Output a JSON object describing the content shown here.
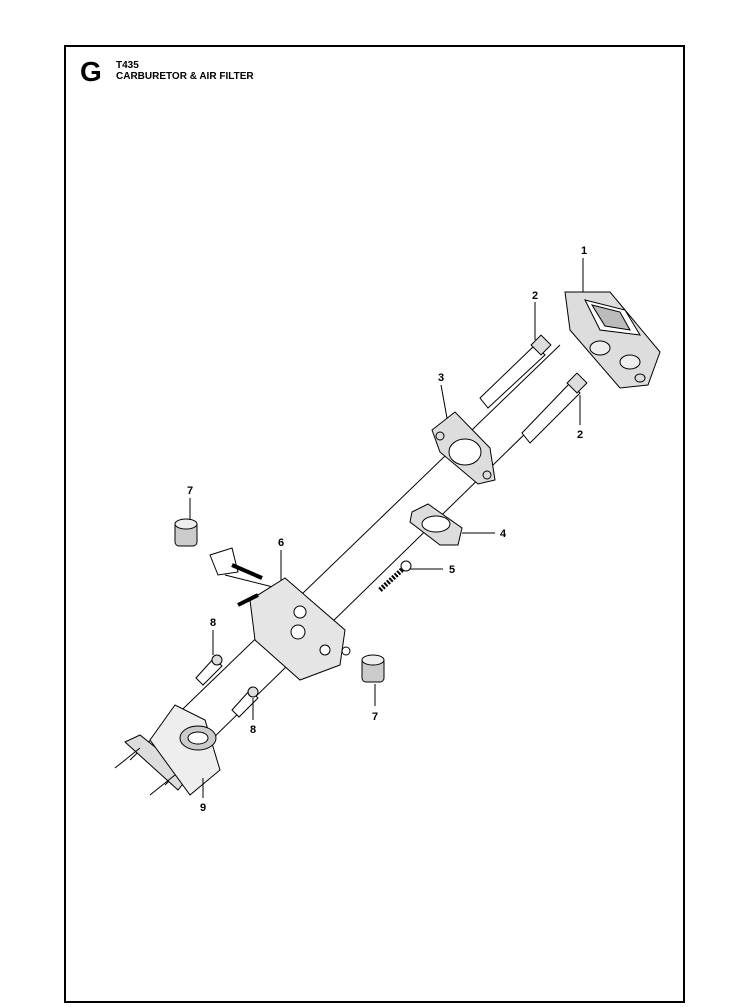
{
  "header": {
    "section_letter": "G",
    "model": "T435",
    "title": "CARBURETOR & AIR FILTER"
  },
  "callouts": [
    {
      "id": "c1",
      "label": "1"
    },
    {
      "id": "c2a",
      "label": "2"
    },
    {
      "id": "c2b",
      "label": "2"
    },
    {
      "id": "c3",
      "label": "3"
    },
    {
      "id": "c4",
      "label": "4"
    },
    {
      "id": "c5",
      "label": "5"
    },
    {
      "id": "c6",
      "label": "6"
    },
    {
      "id": "c7a",
      "label": "7"
    },
    {
      "id": "c7b",
      "label": "7"
    },
    {
      "id": "c8a",
      "label": "8"
    },
    {
      "id": "c8b",
      "label": "8"
    },
    {
      "id": "c9",
      "label": "9"
    }
  ]
}
